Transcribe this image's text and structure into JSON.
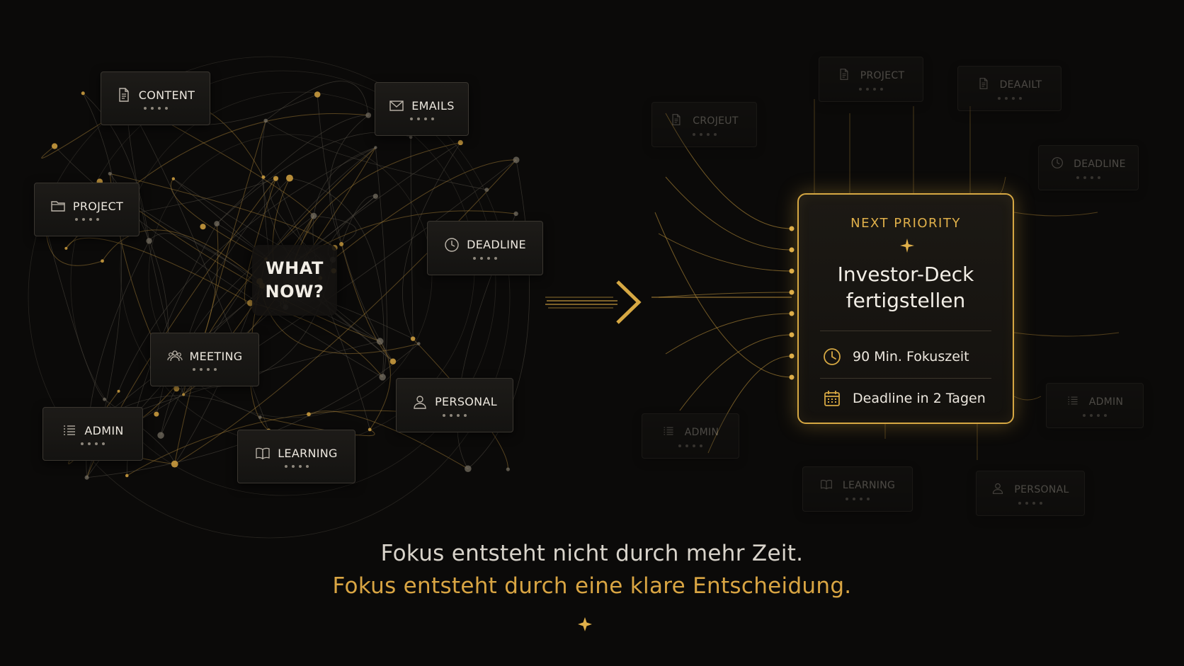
{
  "center_prompt": "WHAT\nNOW?",
  "left_chips": [
    {
      "id": "content",
      "label": "CONTENT",
      "icon": "document-icon"
    },
    {
      "id": "emails",
      "label": "EMAILS",
      "icon": "envelope-icon"
    },
    {
      "id": "project",
      "label": "PROJECT",
      "icon": "folder-icon"
    },
    {
      "id": "deadline",
      "label": "DEADLINE",
      "icon": "clock-icon"
    },
    {
      "id": "meeting",
      "label": "MEETING",
      "icon": "people-icon"
    },
    {
      "id": "personal",
      "label": "PERSONAL",
      "icon": "person-icon"
    },
    {
      "id": "admin",
      "label": "ADMIN",
      "icon": "list-icon"
    },
    {
      "id": "learning",
      "label": "LEARNING",
      "icon": "book-icon"
    }
  ],
  "right_chips": [
    {
      "id": "project",
      "label": "PROJECT",
      "icon": "document-icon"
    },
    {
      "id": "deadline-top",
      "label": "DEAAILT",
      "icon": "document-icon"
    },
    {
      "id": "crojeut",
      "label": "CROJEUT",
      "icon": "document-icon"
    },
    {
      "id": "deadline",
      "label": "DEADLINE",
      "icon": "clock-icon"
    },
    {
      "id": "admin-right",
      "label": "ADMIN",
      "icon": "list-icon"
    },
    {
      "id": "admin-left",
      "label": "ADMIN",
      "icon": "list-icon"
    },
    {
      "id": "learning",
      "label": "LEARNING",
      "icon": "book-icon"
    },
    {
      "id": "personal",
      "label": "PERSONAL",
      "icon": "person-icon"
    }
  ],
  "priority_card": {
    "label": "NEXT PRIORITY",
    "title": "Investor-Deck\nfertigstellen",
    "items": [
      {
        "icon": "clock-icon",
        "text": "90 Min. Fokuszeit"
      },
      {
        "icon": "calendar-icon",
        "text": "Deadline in 2 Tagen"
      }
    ]
  },
  "caption": {
    "line1": "Fokus entsteht nicht durch mehr Zeit.",
    "line2": "Fokus entsteht durch eine klare Entscheidung."
  },
  "colors": {
    "background": "#0b0a09",
    "accent_gold": "#d6a843",
    "text_light": "#ece7de",
    "chip_border": "#3a3630"
  }
}
